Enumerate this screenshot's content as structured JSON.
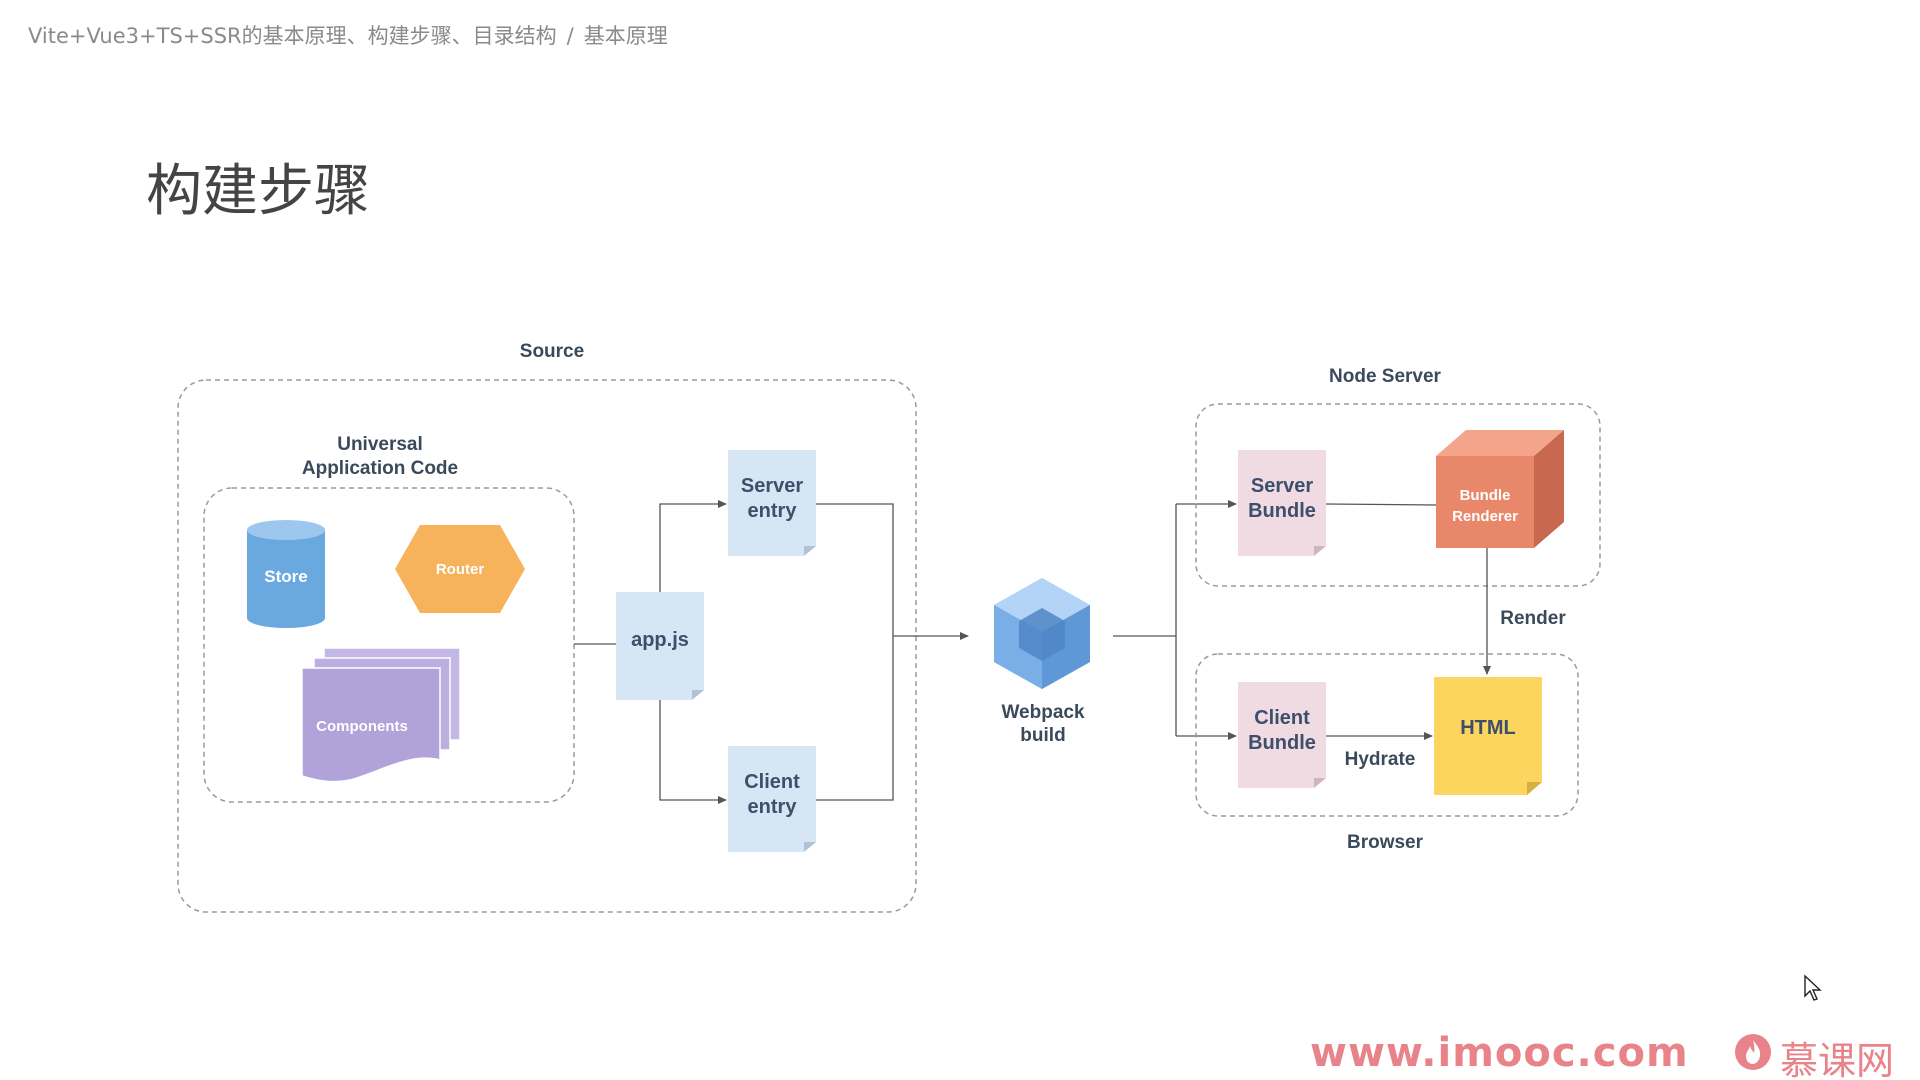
{
  "header": {
    "breadcrumb_course": "Vite+Vue3+TS+SSR的基本原理、构建步骤、目录结构",
    "breadcrumb_separator": "/",
    "breadcrumb_current": "基本原理"
  },
  "page_title": "构建步骤",
  "diagram": {
    "source_label": "Source",
    "universal_label_line1": "Universal",
    "universal_label_line2": "Application Code",
    "store": "Store",
    "router": "Router",
    "components": "Components",
    "appjs": "app.js",
    "server_entry_line1": "Server",
    "server_entry_line2": "entry",
    "client_entry_line1": "Client",
    "client_entry_line2": "entry",
    "webpack_line1": "Webpack",
    "webpack_line2": "build",
    "node_server_label": "Node Server",
    "server_bundle_line1": "Server",
    "server_bundle_line2": "Bundle",
    "bundle_renderer_line1": "Bundle",
    "bundle_renderer_line2": "Renderer",
    "render_label": "Render",
    "client_bundle_line1": "Client",
    "client_bundle_line2": "Bundle",
    "hydrate_label": "Hydrate",
    "html": "HTML",
    "browser_label": "Browser"
  },
  "watermark": {
    "url": "www.imooc.com",
    "brand": "慕课网"
  },
  "colors": {
    "store": "#6aa8e0",
    "router": "#f7b35c",
    "components": "#b1a2d9",
    "entry_doc": "#d6e6f5",
    "bundle_doc": "#f1dbe2",
    "bundle_renderer": "#e9876a",
    "html_doc": "#fcd55f",
    "webpack": "#7aaee6",
    "watermark": "#e9838a"
  }
}
